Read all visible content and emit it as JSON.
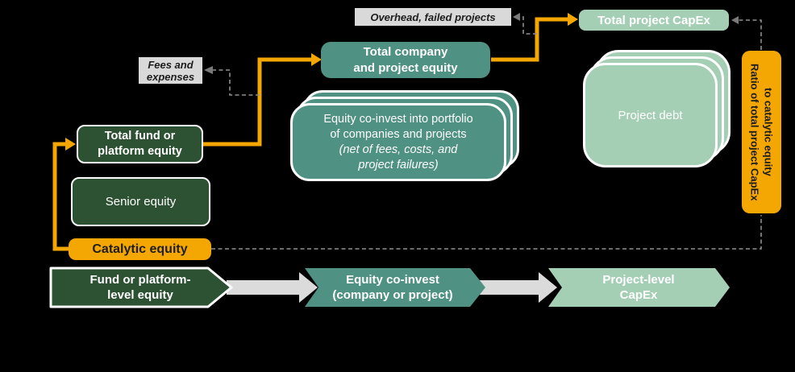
{
  "diagram": {
    "title_hint": "capital-flow-diagram",
    "labels": {
      "fees": "Fees and\nexpenses",
      "overhead": "Overhead, failed projects",
      "total_project_capex": "Total project CapEx",
      "total_company_equity": "Total company\nand project equity",
      "equity_coinvest_main": "Equity co-invest into portfolio\nof companies and projects",
      "equity_coinvest_note": "(net of fees, costs, and\nproject failures)",
      "project_debt": "Project debt",
      "ratio": "Ratio of total project CapEx\nto catalytic equity",
      "total_fund": "Total fund or\nplatform equity",
      "senior_equity": "Senior equity",
      "catalytic_equity": "Catalytic equity",
      "stage_fund": "Fund or platform-\nlevel equity",
      "stage_coinvest": "Equity co-invest\n(company or project)",
      "stage_capex": "Project-level\nCapEx"
    },
    "colors": {
      "dark_green": "#2D5233",
      "teal": "#4F9182",
      "light_green": "#A5CFB5",
      "orange": "#F4A602",
      "label_gray": "#D9D9D9",
      "connector_gray": "#DBDBDB",
      "dashed_gray": "#8F8F8F",
      "text_dark": "#1D1D1D",
      "text_light": "#FFFFFF",
      "background": "#000000"
    }
  }
}
